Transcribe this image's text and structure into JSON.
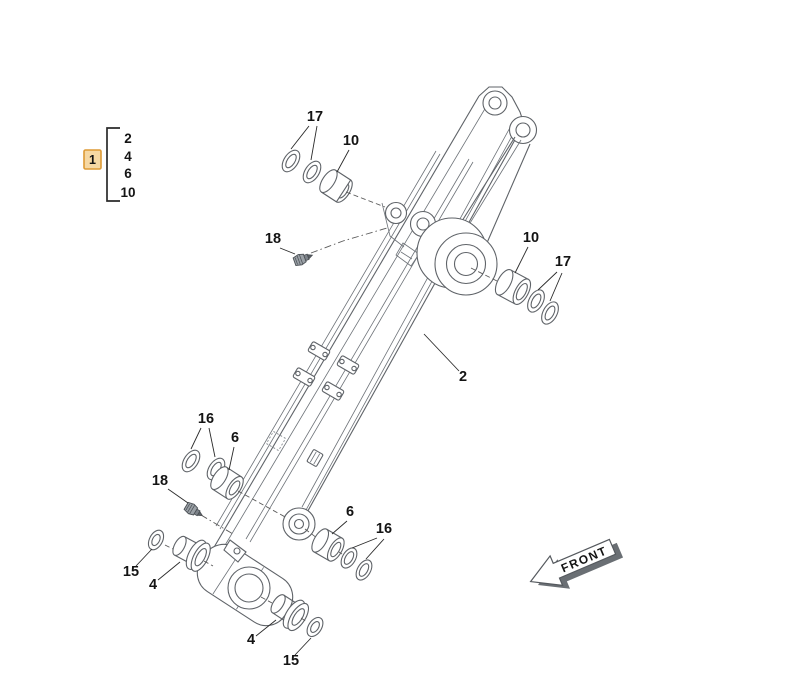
{
  "legend": {
    "highlighted_item": "1",
    "bracket_items": [
      "2",
      "4",
      "6",
      "10"
    ]
  },
  "callouts": {
    "c17_top": "17",
    "c10_top": "10",
    "c18_upper": "18",
    "c10_right": "10",
    "c17_right": "17",
    "c2": "2",
    "c16_left": "16",
    "c6_left": "6",
    "c18_lower": "18",
    "c15_left": "15",
    "c4_left": "4",
    "c6_lower": "6",
    "c16_lower": "16",
    "c4_lower": "4",
    "c15_lower": "15"
  },
  "front_arrow_label": "FRONT",
  "colors": {
    "background": "#ffffff",
    "line_art": "#5f6368",
    "label_text": "#141414",
    "highlight_bg": "#f6d8a3",
    "highlight_border": "#dd9a35",
    "front_text": "#808080"
  }
}
